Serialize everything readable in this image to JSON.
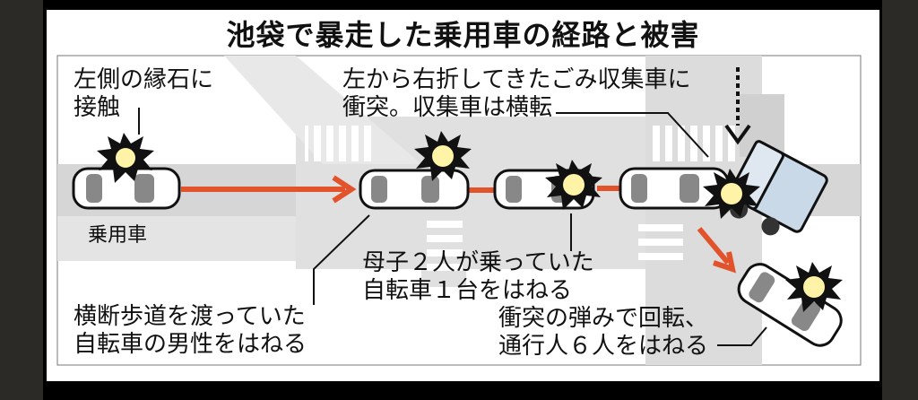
{
  "title": "池袋で暴走した乗用車の経路と被害",
  "labels": {
    "curb": [
      "左側の縁石に",
      "接触"
    ],
    "car": "乗用車",
    "garbage_truck": [
      "左から右折してきたごみ収集車に",
      "衝突。収集車は横転"
    ],
    "mother_child": [
      "母子２人が乗っていた",
      "自転車１台をはねる"
    ],
    "crosswalk_cyclist": [
      "横断歩道を渡っていた",
      "自転車の男性をはねる"
    ],
    "pedestrians": [
      "衝突の弾みで回転、",
      "通行人６人をはねる"
    ]
  },
  "colors": {
    "path_arrow": "#e2532c",
    "road": "#d9d9d9",
    "burst": "#fff3a8"
  }
}
